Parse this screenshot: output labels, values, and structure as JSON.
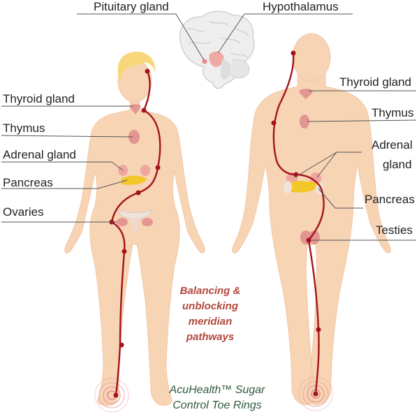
{
  "labels": {
    "pituitary": "Pituitary gland",
    "hypothalamus": "Hypothalamus",
    "female_thyroid": "Thyroid gland",
    "female_thymus": "Thymus",
    "female_adrenal": "Adrenal gland",
    "female_pancreas": "Pancreas",
    "female_ovaries": "Ovaries",
    "male_thyroid": "Thyroid gland",
    "male_thymus": "Thymus",
    "male_adrenal_line1": "Adrenal",
    "male_adrenal_line2": "gland",
    "male_pancreas": "Pancreas",
    "male_testies": "Testies"
  },
  "caption": {
    "line1": "Balancing &",
    "line2": "unblocking meridian",
    "line3": "pathways"
  },
  "brand": {
    "line1": "AcuHealth™ Sugar",
    "line2": "Control Toe Rings"
  },
  "colors": {
    "skin": "#f7d4b4",
    "hair": "#f8d77a",
    "meridian": "#a4141b",
    "organ": "#e39592",
    "pancreas": "#f3c629",
    "caption": "#b2473c",
    "brand": "#2f5a3c"
  }
}
